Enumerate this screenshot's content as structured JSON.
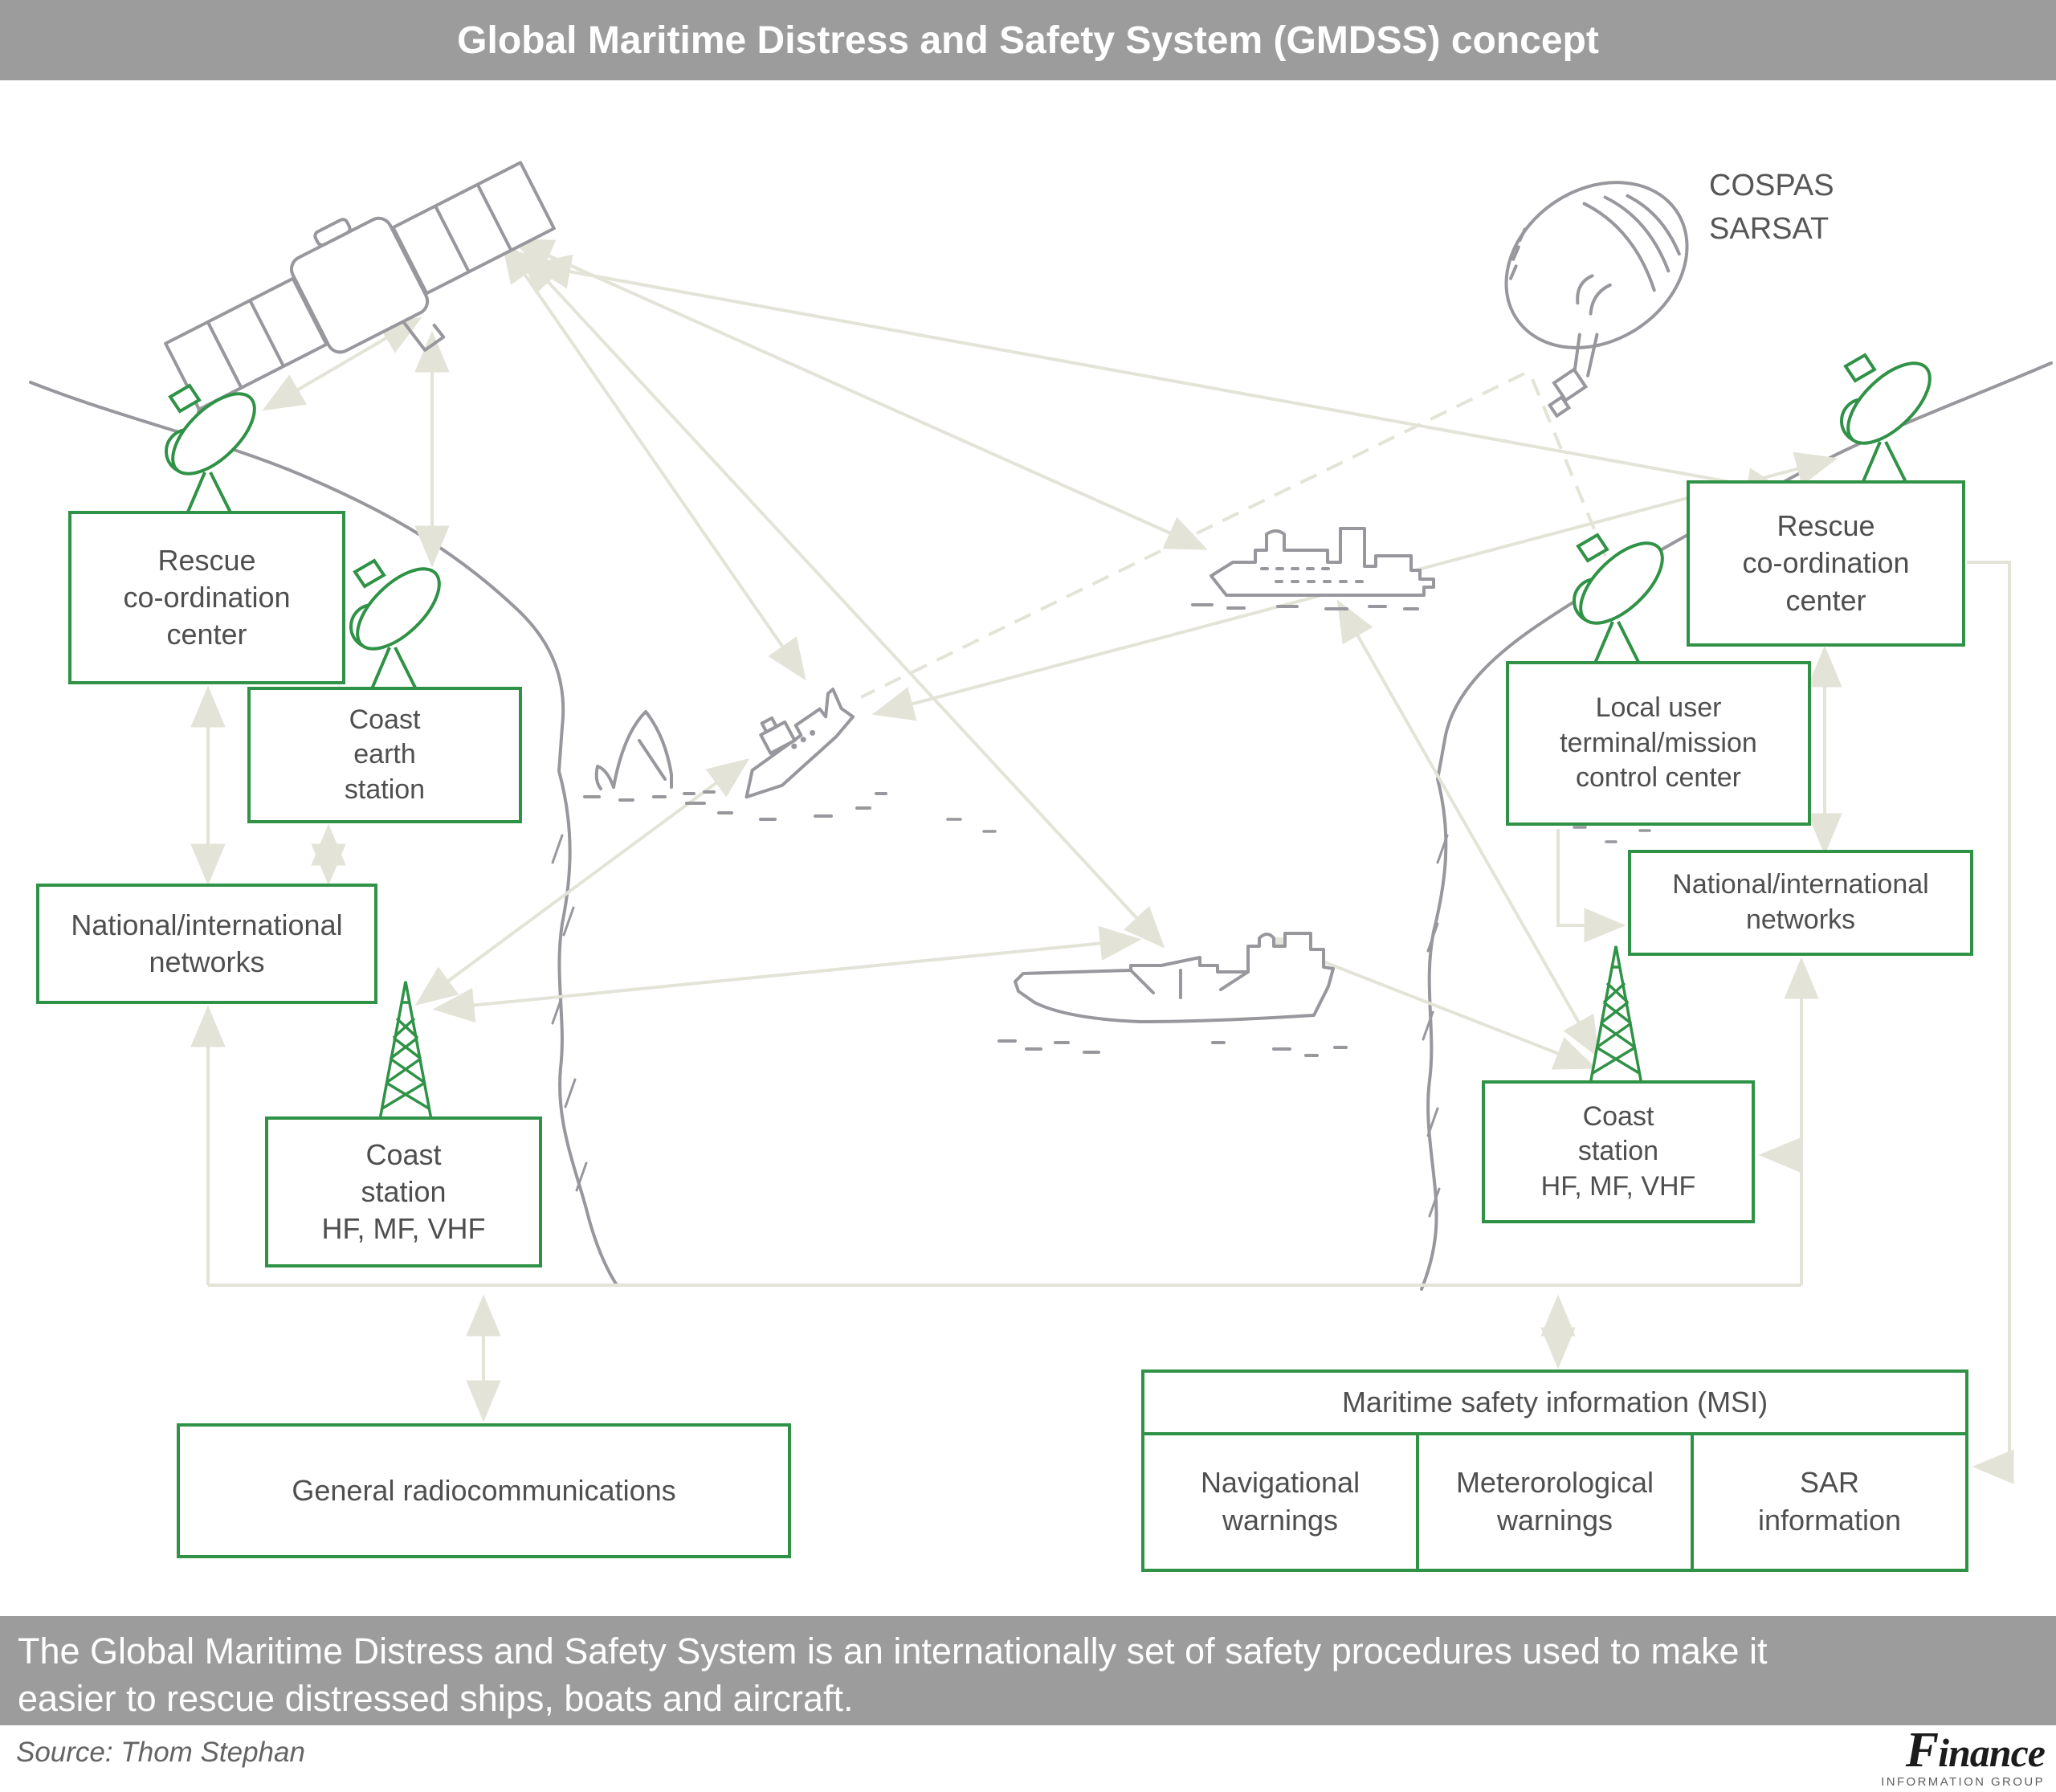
{
  "title": "Global Maritime Distress and Safety System (GMDSS) concept",
  "diagram": {
    "cospas_label": "COSPAS\nSARSAT",
    "boxes": {
      "rescue_left": "Rescue\nco-ordination\ncenter",
      "coast_earth": "Coast\nearth\nstation",
      "networks_left": "National/international\nnetworks",
      "coast_station_left": "Coast\nstation\nHF, MF, VHF",
      "general_radio": "General radiocommunications",
      "rescue_right": "Rescue\nco-ordination\ncenter",
      "local_user": "Local user\nterminal/mission\ncontrol center",
      "networks_right": "National/international\nnetworks",
      "coast_station_right": "Coast\nstation\nHF, MF, VHF"
    },
    "msi": {
      "header": "Maritime safety information (MSI)",
      "columns": [
        "Navigational\nwarnings",
        "Meterorological\nwarnings",
        "SAR\ninformation"
      ]
    },
    "icons": [
      "satellite-icon",
      "cospas-satellite-icon",
      "dish-icon",
      "radio-tower-icon",
      "ship-icon",
      "distressed-ship-icon",
      "cargo-ship-icon",
      "rock-icon",
      "coastline"
    ]
  },
  "footer": {
    "caption": "The Global Maritime Distress and Safety System is an internationally set of safety procedures used to make it\neasier to rescue distressed ships, boats and aircraft.",
    "source": "Source: Thom Stephan",
    "brand_name": "Finance",
    "brand_subtitle": "INFORMATION GROUP"
  },
  "colors": {
    "accent_green": "#2f9246",
    "sketch_gray": "#97979d",
    "arrow_beige": "#e3e3d7",
    "banner_gray": "#9c9c9c",
    "text_gray": "#4f4f4f"
  }
}
